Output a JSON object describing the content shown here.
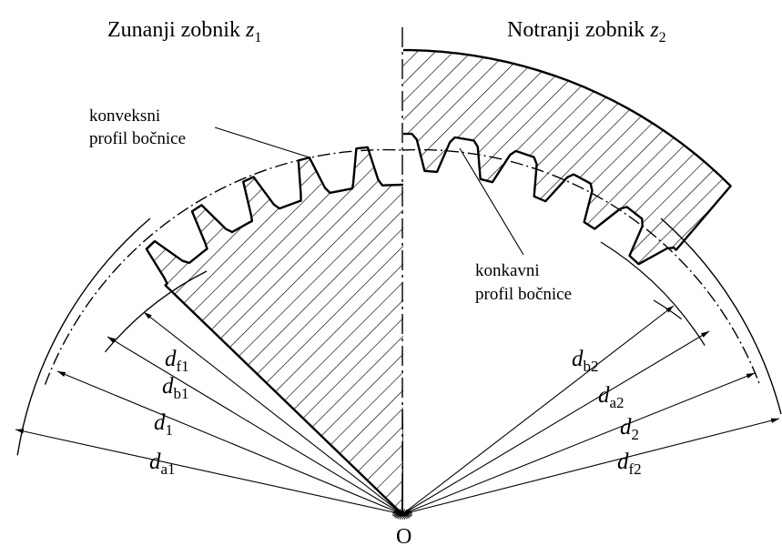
{
  "titles": {
    "external": {
      "text": "Zunanji zobnik ",
      "var": "z",
      "sub": "1"
    },
    "internal": {
      "text": "Notranji zobnik ",
      "var": "z",
      "sub": "2"
    }
  },
  "annotations": {
    "convex_line1": "konveksni",
    "convex_line2": "profil bočnice",
    "concave_line1": "konkavni",
    "concave_line2": "profil bočnice"
  },
  "diameters_left": [
    {
      "sym": "d",
      "sub": "f1"
    },
    {
      "sym": "d",
      "sub": "b1"
    },
    {
      "sym": "d",
      "sub": "1"
    },
    {
      "sym": "d",
      "sub": "a1"
    }
  ],
  "diameters_right": [
    {
      "sym": "d",
      "sub": "b2"
    },
    {
      "sym": "d",
      "sub": "a2"
    },
    {
      "sym": "d",
      "sub": "2"
    },
    {
      "sym": "d",
      "sub": "f2"
    }
  ],
  "center_label": "O",
  "colors": {
    "ink": "#000000",
    "paper": "#ffffff"
  }
}
